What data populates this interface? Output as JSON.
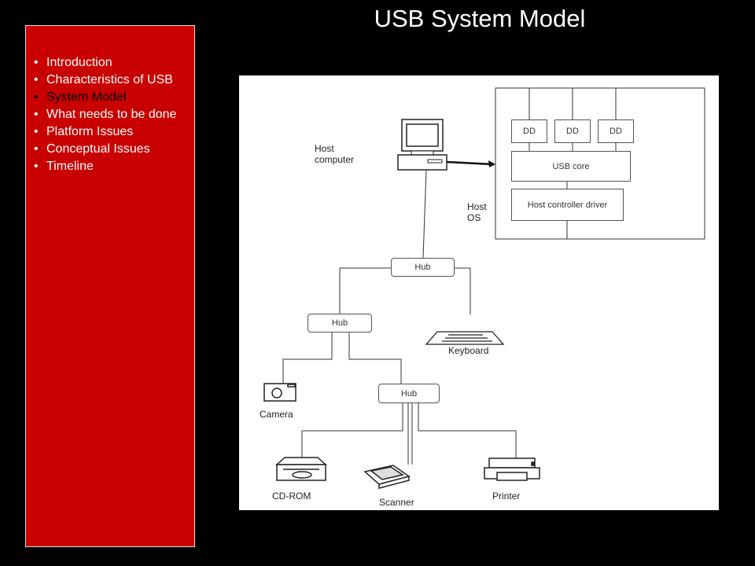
{
  "slide": {
    "title": "USB System Model"
  },
  "sidebar": {
    "items": [
      {
        "label": "Introduction",
        "active": false
      },
      {
        "label": "Characteristics of USB",
        "active": false
      },
      {
        "label": "System Model",
        "active": true
      },
      {
        "label": "What needs to be done",
        "active": false
      },
      {
        "label": "Platform Issues",
        "active": false
      },
      {
        "label": "Conceptual Issues",
        "active": false
      },
      {
        "label": "Timeline",
        "active": false
      }
    ]
  },
  "diagram": {
    "host_computer_label": "Host computer",
    "host_os_label": "Host OS",
    "dd_labels": [
      "DD",
      "DD",
      "DD"
    ],
    "usb_core_label": "USB core",
    "host_controller_label": "Host controller driver",
    "hub_labels": [
      "Hub",
      "Hub",
      "Hub"
    ],
    "keyboard_label": "Keyboard",
    "camera_label": "Camera",
    "cdrom_label": "CD-ROM",
    "scanner_label": "Scanner",
    "printer_label": "Printer"
  },
  "colors": {
    "background": "#000000",
    "sidebar": "#c80000",
    "active_item": "#000000",
    "panel": "#ffffff"
  }
}
